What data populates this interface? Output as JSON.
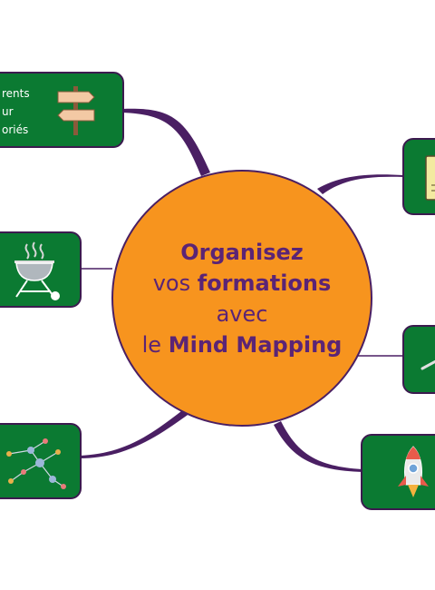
{
  "center": {
    "line1": "Organisez",
    "line2_pre": "vos",
    "line2_bold": "formations",
    "line3": "avec",
    "line4_pre": "le",
    "line4_bold": "Mind Mapping"
  },
  "nodes": {
    "top_left": {
      "text_lines": [
        "rents",
        "ur",
        "oriés"
      ],
      "icon": "signpost-icon"
    },
    "mid_left": {
      "icon": "barbecue-grill-icon"
    },
    "bottom_left": {
      "icon": "network-graph-icon"
    },
    "top_right": {
      "icon": "notepad-icon"
    },
    "mid_right": {
      "icon": "line-tool-icon"
    },
    "bottom_right": {
      "icon": "rocket-icon"
    }
  },
  "colors": {
    "center_fill": "#f7941e",
    "center_text": "#5b2475",
    "node_fill": "#0b7a32",
    "link": "#4a1f63"
  }
}
